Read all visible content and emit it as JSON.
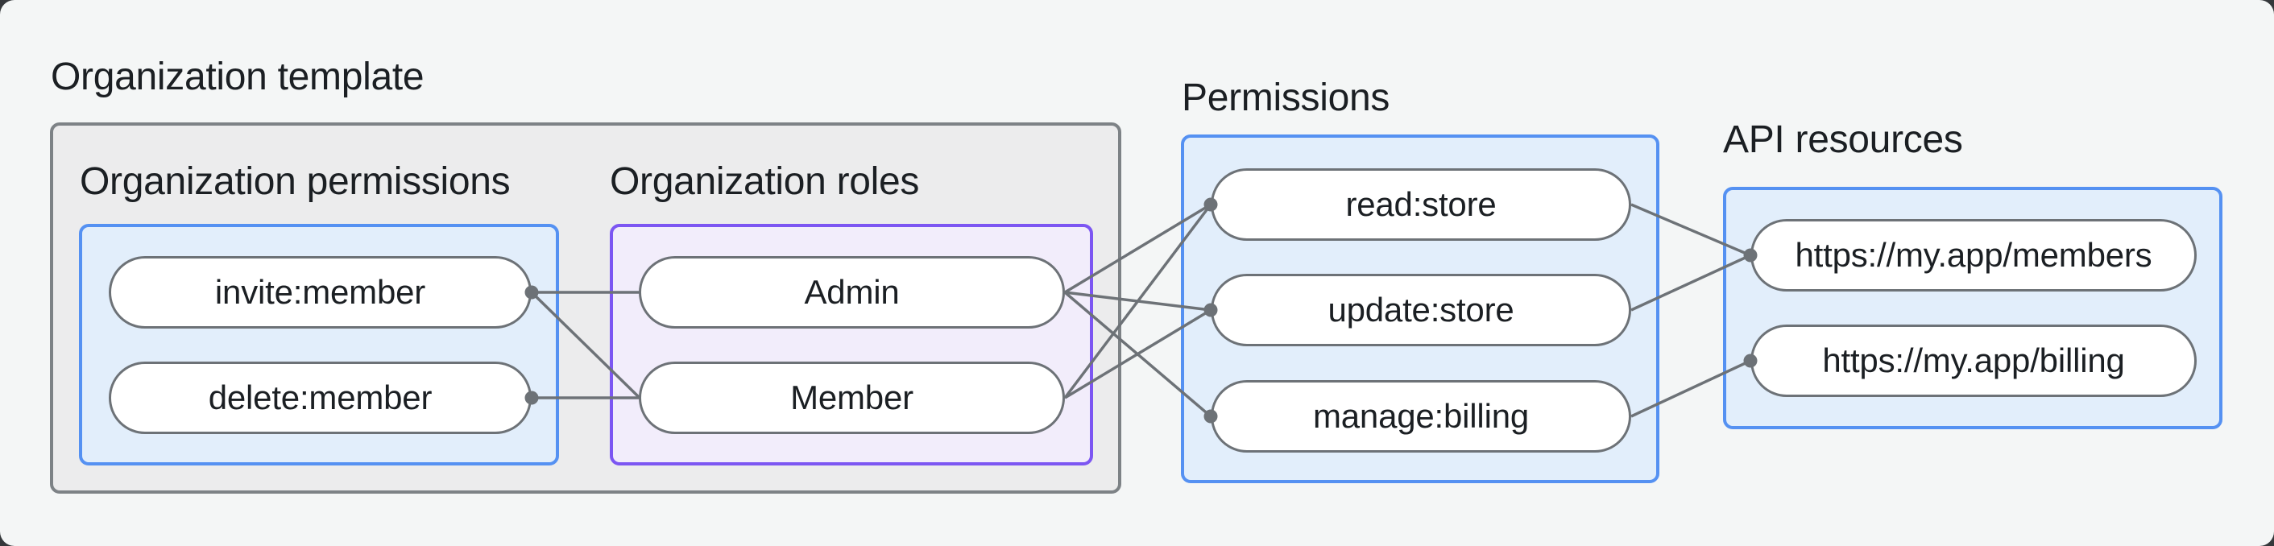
{
  "title": "Organization template",
  "groups": {
    "org_permissions": {
      "label": "Organization permissions",
      "items": [
        {
          "id": "inv",
          "label": "invite:member"
        },
        {
          "id": "del",
          "label": "delete:member"
        }
      ]
    },
    "org_roles": {
      "label": "Organization roles",
      "items": [
        {
          "id": "admin",
          "label": "Admin"
        },
        {
          "id": "member",
          "label": "Member"
        }
      ]
    },
    "permissions": {
      "label": "Permissions",
      "items": [
        {
          "id": "read",
          "label": "read:store"
        },
        {
          "id": "update",
          "label": "update:store"
        },
        {
          "id": "manage",
          "label": "manage:billing"
        }
      ]
    },
    "api_resources": {
      "label": "API resources",
      "items": [
        {
          "id": "members_api",
          "label": "https://my.app/members"
        },
        {
          "id": "billing_api",
          "label": "https://my.app/billing"
        }
      ]
    }
  },
  "edges": [
    [
      "inv",
      "admin"
    ],
    [
      "inv",
      "member"
    ],
    [
      "del",
      "member"
    ],
    [
      "admin",
      "read"
    ],
    [
      "admin",
      "update"
    ],
    [
      "admin",
      "manage"
    ],
    [
      "member",
      "read"
    ],
    [
      "member",
      "update"
    ],
    [
      "read",
      "members_api"
    ],
    [
      "update",
      "members_api"
    ],
    [
      "manage",
      "billing_api"
    ]
  ],
  "colors": {
    "page_bg": "#f4f6f6",
    "container_fill": "#ececed",
    "container_border": "#7d8286",
    "blue_fill": "#e2eefb",
    "blue_border": "#5591f2",
    "purple_fill": "#f2edfb",
    "purple_border": "#7c56f2",
    "node_fill": "#ffffff",
    "node_border": "#6d7277",
    "edge": "#6d7277",
    "text": "#1b1f23"
  }
}
